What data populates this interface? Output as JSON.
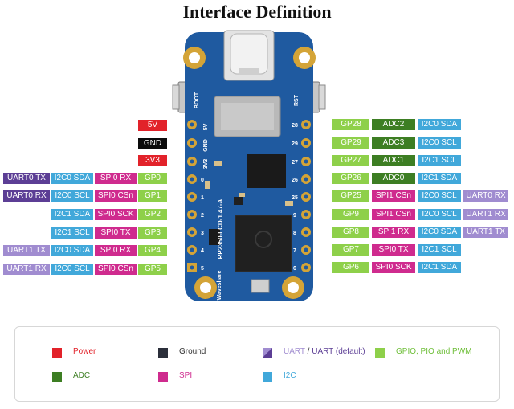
{
  "title": "Interface Definition",
  "board": {
    "silk_boot": "BOOT",
    "silk_rst": "RST",
    "silk_name": "RP2350-LCD-1.47-A",
    "silk_brand": "Waveshare",
    "left_header": [
      "5V",
      "GND",
      "3V3",
      "0",
      "1",
      "2",
      "3",
      "4",
      "5"
    ],
    "right_header": [
      "28",
      "29",
      "27",
      "26",
      "25",
      "9",
      "8",
      "7",
      "6"
    ]
  },
  "left_pins": [
    {
      "cells": [
        "5V"
      ]
    },
    {
      "cells": [
        "GND"
      ]
    },
    {
      "cells": [
        "3V3"
      ]
    },
    {
      "cells": [
        "UART0 TX",
        "I2C0 SDA",
        "SPI0 RX",
        "GP0"
      ]
    },
    {
      "cells": [
        "UART0 RX",
        "I2C0 SCL",
        "SPI0 CSn",
        "GP1"
      ]
    },
    {
      "cells": [
        "I2C1 SDA",
        "SPI0 SCK",
        "GP2"
      ]
    },
    {
      "cells": [
        "I2C1 SCL",
        "SPI0 TX",
        "GP3"
      ]
    },
    {
      "cells": [
        "UART1 TX",
        "I2C0 SDA",
        "SPI0 RX",
        "GP4"
      ]
    },
    {
      "cells": [
        "UART1 RX",
        "I2C0 SCL",
        "SPI0 CSn",
        "GP5"
      ]
    }
  ],
  "right_pins": [
    {
      "cells": [
        "GP28",
        "ADC2",
        "I2C0 SDA"
      ]
    },
    {
      "cells": [
        "GP29",
        "ADC3",
        "I2C0 SCL"
      ]
    },
    {
      "cells": [
        "GP27",
        "ADC1",
        "I2C1 SCL"
      ]
    },
    {
      "cells": [
        "GP26",
        "ADC0",
        "I2C1 SDA"
      ]
    },
    {
      "cells": [
        "GP25",
        "SPI1 CSn",
        "I2C0 SCL",
        "UART0 RX"
      ]
    },
    {
      "cells": [
        "GP9",
        "SPI1 CSn",
        "I2C0 SCL",
        "UART1 RX"
      ]
    },
    {
      "cells": [
        "GP8",
        "SPI1 RX",
        "I2C0 SDA",
        "UART1 TX"
      ]
    },
    {
      "cells": [
        "GP7",
        "SPI0 TX",
        "I2C1 SCL"
      ]
    },
    {
      "cells": [
        "GP6",
        "SPI0 SCK",
        "I2C1 SDA"
      ]
    }
  ],
  "legend": {
    "power": "Power",
    "ground": "Ground",
    "uart_a": "UART",
    "uart_sep": " / ",
    "uart_b": "UART (default)",
    "gpio": "GPIO, PIO and PWM",
    "adc": "ADC",
    "spi": "SPI",
    "i2c": "I2C"
  },
  "colors": {
    "power": "#e2222a",
    "ground": "#0b0b0b",
    "gpio": "#8ed04a",
    "adc": "#3d7e23",
    "spi": "#cf2b8e",
    "i2c": "#41a8da",
    "uart_default": "#5c3e95",
    "uart": "#a08cd0",
    "pcb": "#1f5aa0"
  }
}
